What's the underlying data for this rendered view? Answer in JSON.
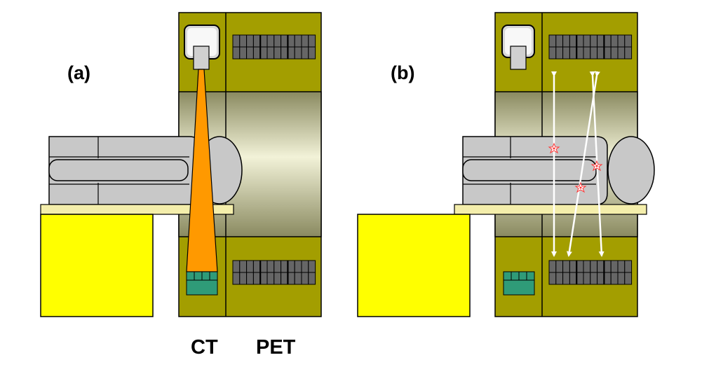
{
  "panels": [
    {
      "label": "(a)",
      "beam": "ct"
    },
    {
      "label": "(b)",
      "beam": "pet"
    }
  ],
  "labels": {
    "ct": "CT",
    "pet": "PET"
  },
  "colors": {
    "housing": "#a39e00",
    "bore": "#c8c8a0",
    "bed": "#ffff00",
    "table": "#f4eeab",
    "body": "#c8c8c8",
    "outline": "#000000",
    "beam": "#ff9900",
    "ctDetector": "#2f9b78",
    "petDetector": "#666666",
    "line": "#ffffff",
    "event": "#ff3333"
  }
}
